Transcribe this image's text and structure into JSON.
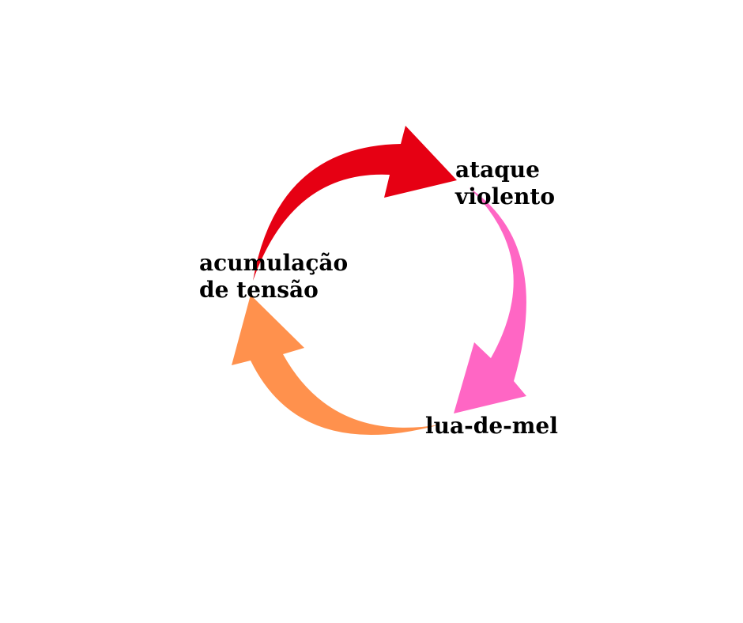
{
  "colors": {
    "red": "#E60013",
    "pink": "#FF66C4",
    "orange": "#FF914D"
  },
  "stages": [
    {
      "line1": "ataque",
      "line2": "violento"
    },
    {
      "line1": "lua-de-mel"
    },
    {
      "line1": "acumulação",
      "line2": "de tensão"
    }
  ]
}
